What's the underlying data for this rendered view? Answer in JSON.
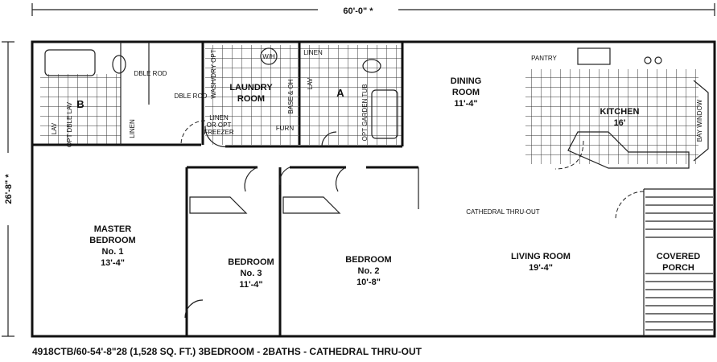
{
  "dimensions": {
    "width": "60'-0\" *",
    "depth": "26'-8\" *"
  },
  "rooms": {
    "master": {
      "name1": "MASTER",
      "name2": "BEDROOM",
      "name3": "No. 1",
      "size": "13'-4\""
    },
    "bed3": {
      "name1": "BEDROOM",
      "name2": "No. 3",
      "size": "11'-4\""
    },
    "bed2": {
      "name1": "BEDROOM",
      "name2": "No. 2",
      "size": "10'-8\""
    },
    "living": {
      "name": "LIVING ROOM",
      "size": "19'-4\""
    },
    "dining": {
      "name1": "DINING",
      "name2": "ROOM",
      "size": "11'-4\""
    },
    "kitchen": {
      "name": "KITCHEN",
      "size": "16'"
    },
    "laundry": {
      "name1": "LAUNDRY",
      "name2": "ROOM"
    },
    "porch": {
      "name1": "COVERED",
      "name2": "PORCH"
    },
    "bath_a": "A",
    "bath_b": "B"
  },
  "notes": {
    "cathedral": "CATHEDRAL THRU-OUT",
    "pantry": "PANTRY",
    "bay_window": "BAY WINDOW",
    "dble_rod": "DBLE ROD",
    "dble_rod2": "DBLE ROD",
    "wash_dry": "WASH/DRY OPT",
    "linen": "LINEN",
    "linen2": "LINEN",
    "linen_freezer1": "LINEN",
    "linen_freezer2": "OR OPT",
    "linen_freezer3": "FREEZER",
    "furn": "FURN",
    "wh": "W/H",
    "base_oh": "BASE & OH",
    "lav": "LAV",
    "lav2": "LAV",
    "opt_dble_lav": "OPT DBLE LAV",
    "opt_garden_tub": "OPT GARDEN TUB"
  },
  "caption": "4918CTB/60-54'-8\"28 (1,528 SQ. FT.) 3BEDROOM - 2BATHS - CATHEDRAL THRU-OUT"
}
